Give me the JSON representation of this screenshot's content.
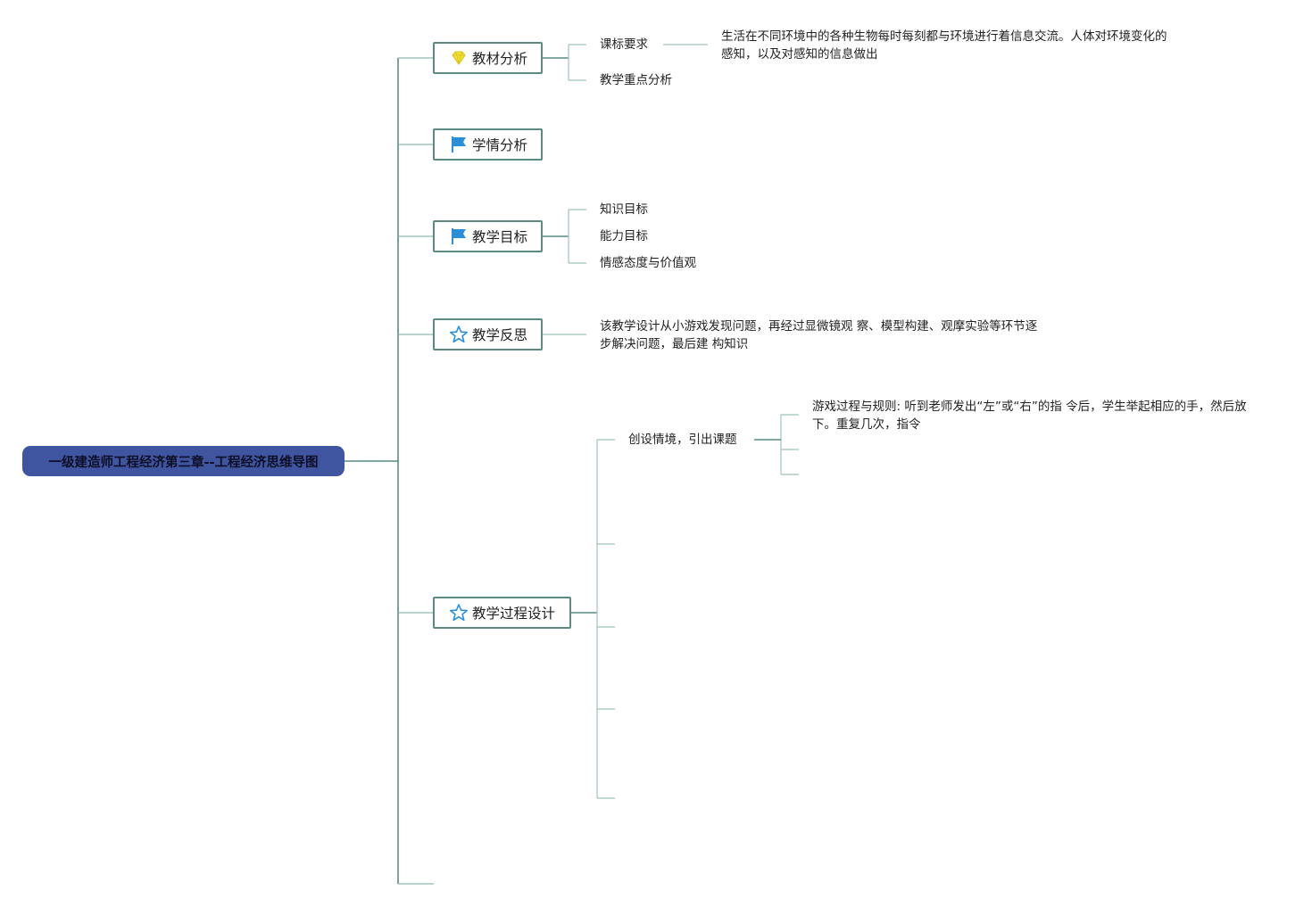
{
  "root": {
    "label": "一级建造师工程经济第三章--工程经济思维导图"
  },
  "topics": [
    {
      "label": "教材分析",
      "icon": "diamond-icon",
      "children": [
        {
          "label": "课标要求",
          "detail": "生活在不同环境中的各种生物每时每刻都与环境进行着信息交流。人体对环境变化的感知，以及对感知的信息做出"
        },
        {
          "label": "教学重点分析"
        }
      ]
    },
    {
      "label": "学情分析",
      "icon": "flag-icon",
      "children": []
    },
    {
      "label": "教学目标",
      "icon": "flag-icon",
      "children": [
        {
          "label": "知识目标"
        },
        {
          "label": "能力目标"
        },
        {
          "label": "情感态度与价值观"
        }
      ]
    },
    {
      "label": "教学反思",
      "icon": "star-icon",
      "children": [
        {
          "label": "该教学设计从小游戏发现问题，再经过显微镜观 察、模型构建、观摩实验等环节逐步解决问题，最后建 构知识"
        }
      ]
    },
    {
      "label": "教学过程设计",
      "icon": "star-icon",
      "children": [
        {
          "label": "创设情境，引出课题",
          "detail": "游戏过程与规则: 听到老师发出“左”或“右”的指 令后，学生举起相应的手，然后放下。重复几次，指令"
        }
      ]
    }
  ],
  "colors": {
    "root_bg": "#3f55a0",
    "line": "#5a8a82",
    "line_light": "#9cc3bb",
    "flag_blue": "#2a8fd8",
    "star_blue": "#2a8fd8",
    "diamond_yellow": "#f2df3a"
  }
}
